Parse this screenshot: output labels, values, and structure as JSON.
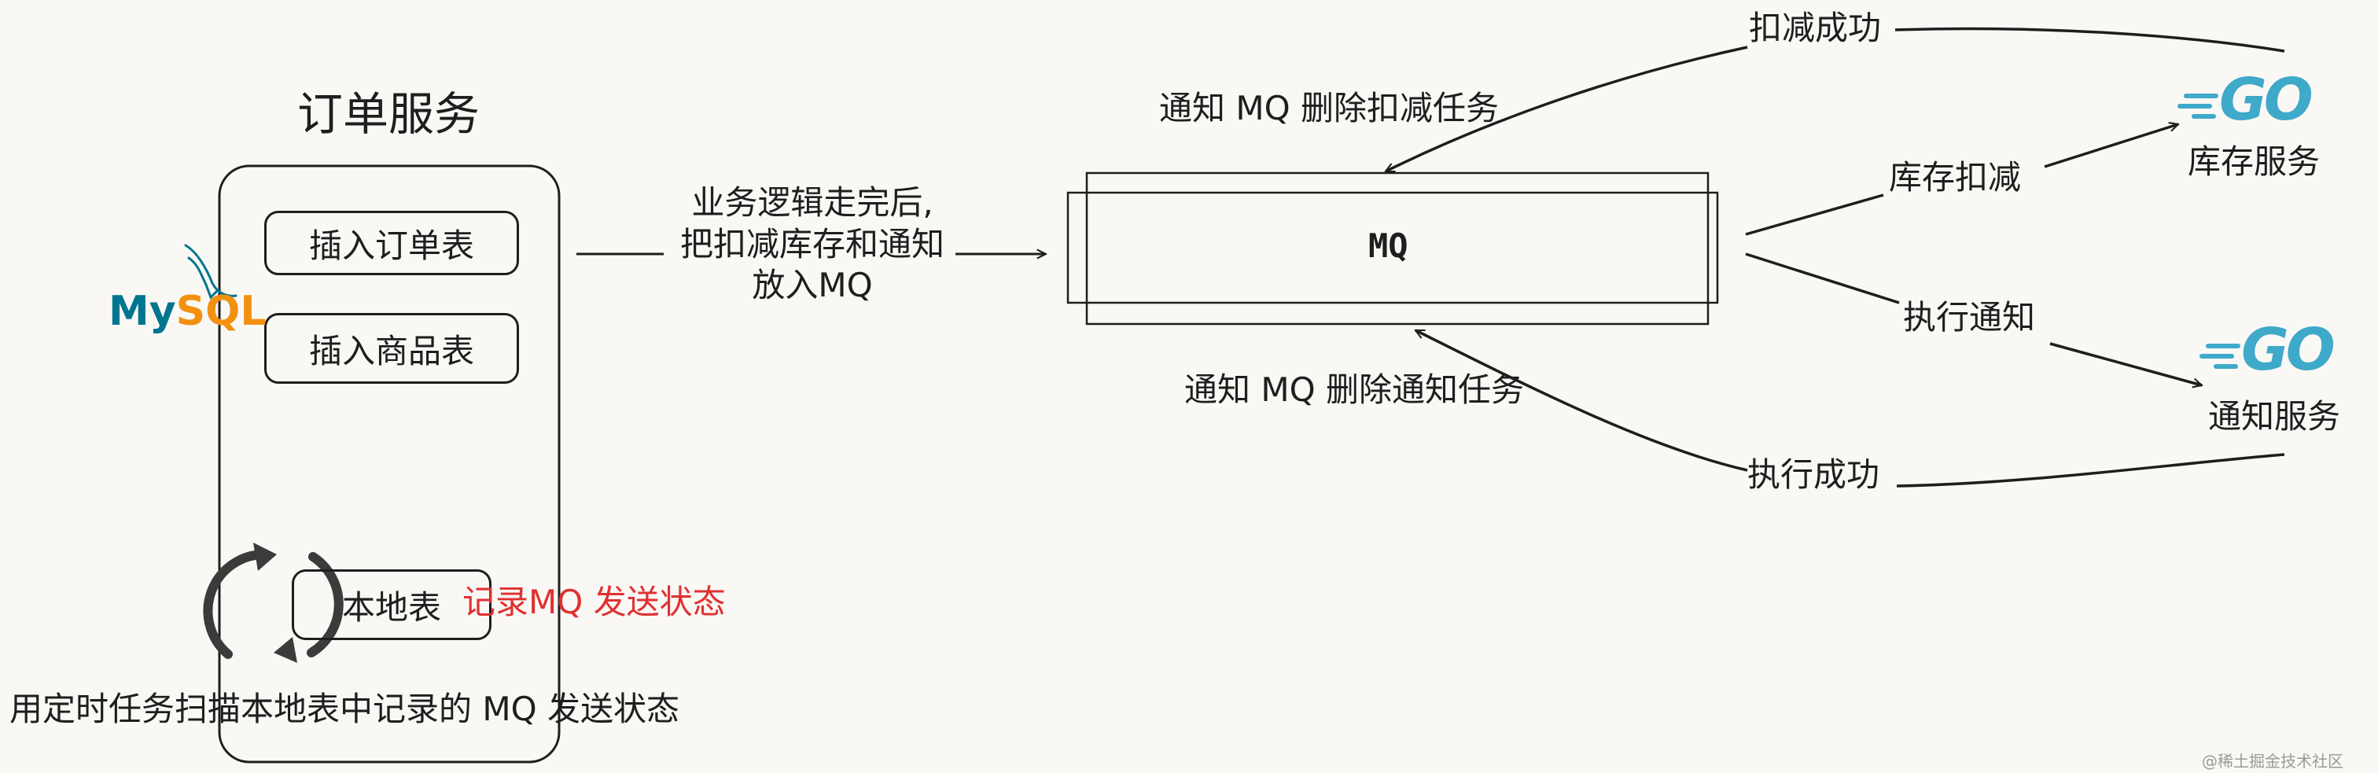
{
  "order_service": {
    "title": "订单服务",
    "insert_order": "插入订单表",
    "insert_goods": "插入商品表",
    "local_table": "本地表",
    "record_status": "记录MQ 发送状态",
    "scan_note": "用定时任务扫描本地表中记录的 MQ 发送状态"
  },
  "mysql_logo": {
    "my": "My",
    "sql": "SQL"
  },
  "flow": {
    "business_line1": "业务逻辑走完后,",
    "business_line2": "把扣减库存和通知",
    "business_line3": "放入MQ",
    "mq_label": "MQ",
    "notify_delete_deduct": "通知 MQ 删除扣减任务",
    "notify_delete_notice": "通知 MQ 删除通知任务",
    "deduct_success": "扣减成功",
    "exec_success": "执行成功",
    "deduct_stock": "库存扣减",
    "exec_notice": "执行通知"
  },
  "services": {
    "stock": {
      "logo": "GO",
      "label": "库存服务"
    },
    "notice": {
      "logo": "GO",
      "label": "通知服务"
    }
  },
  "watermark": "@稀土掘金技术社区",
  "colors": {
    "accent_red": "#e03131",
    "go_blue": "#3fa9c9",
    "mysql_blue": "#00758f",
    "mysql_orange": "#f29111"
  }
}
